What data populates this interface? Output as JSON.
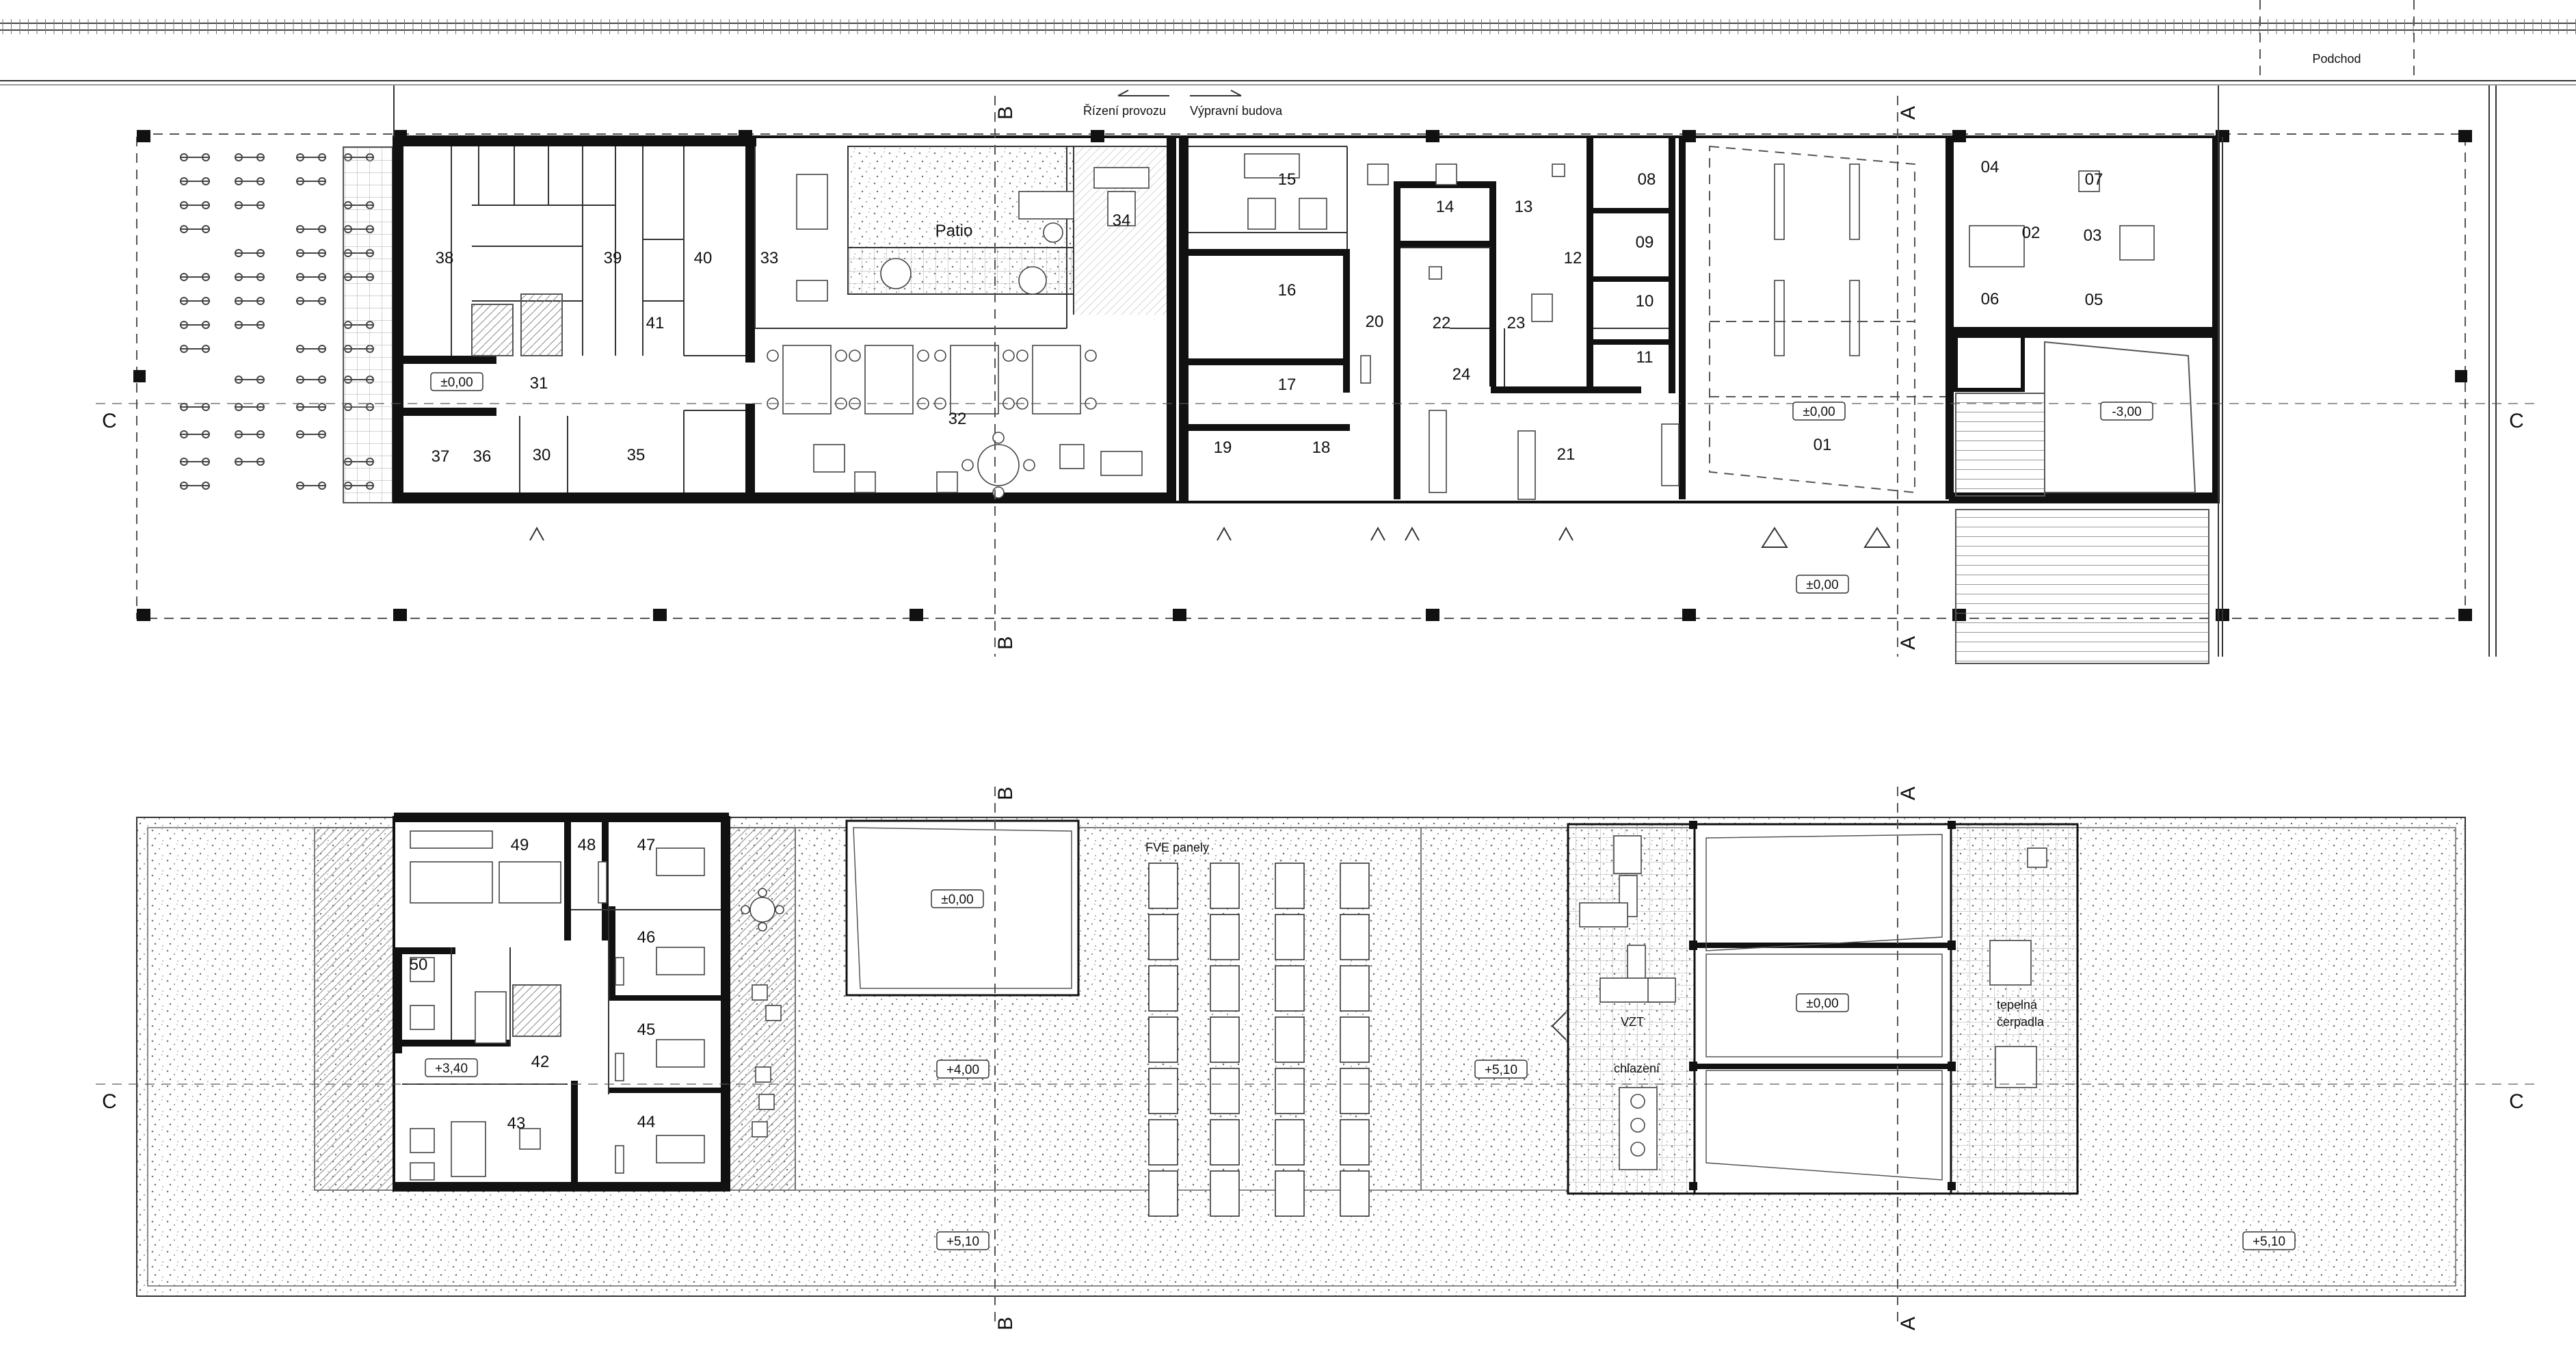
{
  "rail": {
    "underpass_label": "Podchod"
  },
  "signs": {
    "left": "Řízení provozu",
    "right": "Výpravní budova"
  },
  "sections": {
    "a": "A",
    "b": "B",
    "c": "C"
  },
  "ground_floor": {
    "rooms": {
      "r01": "01",
      "r02": "02",
      "r03": "03",
      "r04": "04",
      "r05": "05",
      "r06": "06",
      "r07": "07",
      "r08": "08",
      "r09": "09",
      "r10": "10",
      "r11": "11",
      "r12": "12",
      "r13": "13",
      "r14": "14",
      "r15": "15",
      "r16": "16",
      "r17": "17",
      "r18": "18",
      "r19": "19",
      "r20": "20",
      "r21": "21",
      "r22": "22",
      "r23": "23",
      "r24": "24",
      "r30": "30",
      "r31": "31",
      "r32": "32",
      "r33": "33",
      "r34": "34",
      "r35": "35",
      "r36": "36",
      "r37": "37",
      "r38": "38",
      "r39": "39",
      "r40": "40",
      "r41": "41"
    },
    "patio": "Patio",
    "levels": {
      "main": "±0,00",
      "hall": "±0,00",
      "outdoor": "±0,00",
      "underpass": "-3,00"
    }
  },
  "upper_floor": {
    "rooms": {
      "r42": "42",
      "r43": "43",
      "r44": "44",
      "r45": "45",
      "r46": "46",
      "r47": "47",
      "r48": "48",
      "r49": "49",
      "r50": "50"
    },
    "labels": {
      "pv": "FVE panely",
      "vzt": "VZT",
      "cooling": "chlazení",
      "heat_pumps_1": "tepelná",
      "heat_pumps_2": "čerpadla"
    },
    "levels": {
      "office": "+3,40",
      "terrace": "+4,00",
      "roof_mid": "+5,10",
      "void": "±0,00",
      "hall_void": "±0,00",
      "roof_left": "+5,10",
      "roof_right": "+5,10"
    }
  }
}
